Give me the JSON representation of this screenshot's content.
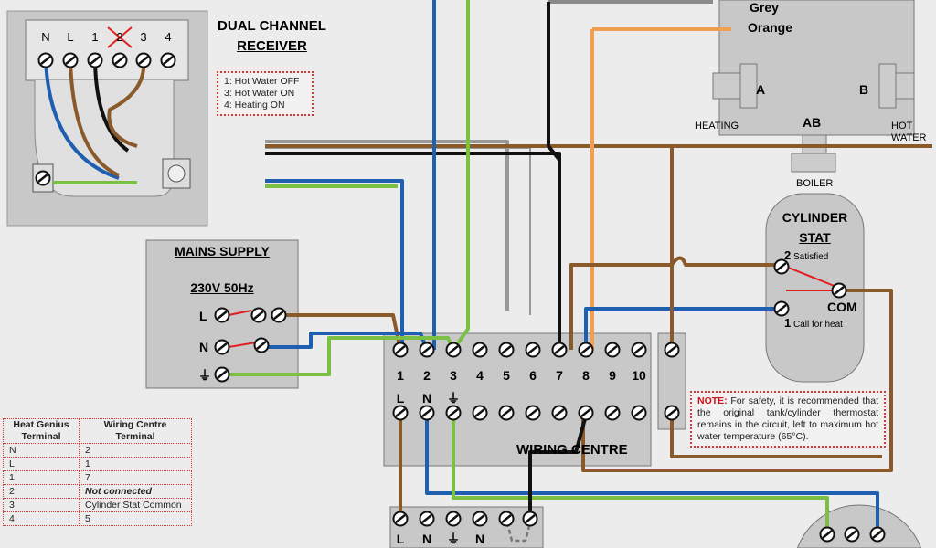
{
  "receiver": {
    "title_line1": "DUAL CHANNEL",
    "title_line2": "RECEIVER",
    "terminals": [
      "N",
      "L",
      "1",
      "2",
      "3",
      "4"
    ],
    "crossed_terminal": "2",
    "note": [
      "1: Hot Water OFF",
      "3: Hot Water ON",
      "4: Heating ON"
    ]
  },
  "mains": {
    "title": "MAINS SUPPLY",
    "voltage": "230V 50Hz",
    "terminals": [
      "L",
      "N",
      "⏚"
    ]
  },
  "wiring_centre": {
    "title": "WIRING CENTRE",
    "terminals": [
      "1",
      "2",
      "3",
      "4",
      "5",
      "6",
      "7",
      "8",
      "9",
      "10"
    ],
    "sublabels": [
      "L",
      "N",
      "⏚"
    ]
  },
  "valve": {
    "wire_labels": [
      "Grey",
      "Orange"
    ],
    "port_a": "A",
    "port_b": "B",
    "port_ab": "AB",
    "heating": "HEATING",
    "hot_water_line1": "HOT",
    "hot_water_line2": "WATER",
    "boiler": "BOILER"
  },
  "cylinder_stat": {
    "title_line1": "CYLINDER",
    "title_line2": "STAT",
    "t2_num": "2",
    "t2_label": "Satisfied",
    "com": "COM",
    "t1_num": "1",
    "t1_label": "Call for heat"
  },
  "safety_note": {
    "prefix": "NOTE:",
    "text": "For safety, it is recommended that the original tank/cylinder thermostat remains in the circuit, left to maximum hot water temperature (65°C)."
  },
  "mapping_table": {
    "headers": [
      "Heat Genius Terminal",
      "Wiring Centre Terminal"
    ],
    "rows": [
      [
        "N",
        "2"
      ],
      [
        "L",
        "1"
      ],
      [
        "1",
        "7"
      ],
      [
        "2",
        "Not connected"
      ],
      [
        "3",
        "Cylinder Stat Common"
      ],
      [
        "4",
        "5"
      ]
    ]
  },
  "bottom_box": {
    "terminals": [
      "L",
      "N",
      "⏚",
      "N"
    ]
  },
  "colors": {
    "brown": "#8b5a2b",
    "blue": "#1f5fb0",
    "green_yellow": "#7bc043",
    "grey": "#9a9a9a",
    "black": "#111111",
    "orange": "#f0a050",
    "red": "#e02020",
    "box": "#c8c8c8"
  }
}
